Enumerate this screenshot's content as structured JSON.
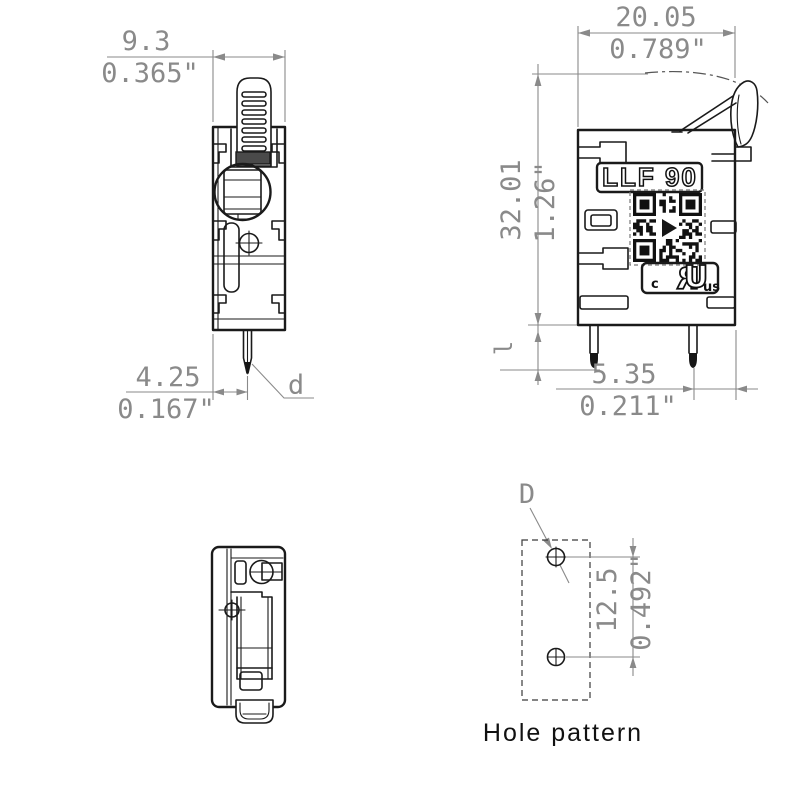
{
  "colors": {
    "line": "#1a1a1a",
    "dimension": "#8a8a8a",
    "background": "#ffffff"
  },
  "side_view": {
    "width_mm": "9.3",
    "width_in": "0.365\"",
    "pin_offset_mm": "4.25",
    "pin_offset_in": "0.167\"",
    "pin_diameter_label": "d"
  },
  "front_view": {
    "width_mm": "20.05",
    "width_in": "0.789\"",
    "height_mm": "32.01",
    "height_in": "1.26\"",
    "pin_length_label": "l",
    "pin_edge_mm": "5.35",
    "pin_edge_in": "0.211\"",
    "marking": "LLF 90",
    "ul_c": "c",
    "ul_r": "R",
    "ul_u": "U",
    "ul_us": "us"
  },
  "hole_pattern": {
    "caption": "Hole pattern",
    "hole_label": "D",
    "spacing_mm": "12.5",
    "spacing_in": "0.492\""
  }
}
